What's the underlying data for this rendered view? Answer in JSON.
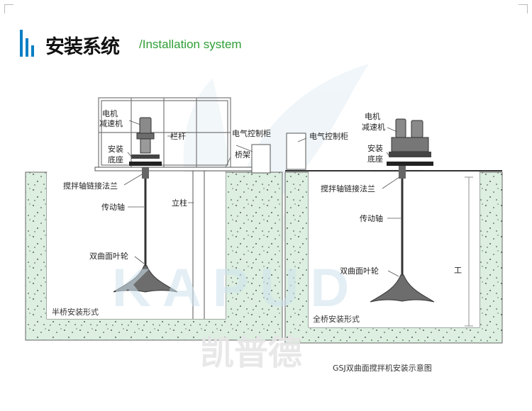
{
  "header": {
    "title_cn": "安装系统",
    "title_en": "/Installation system",
    "accent_color": "#0b7fc4",
    "subtitle_color": "#2e9e35"
  },
  "watermark": {
    "latin": "KAPUD",
    "chinese": "凯普德"
  },
  "left_scene": {
    "labels": {
      "motor_reducer_l1": "电机",
      "motor_reducer_l2": "减速机",
      "base_l1": "安装",
      "base_l2": "底座",
      "railing": "栏杆",
      "control_cabinet": "电气控制柜",
      "bridge": "桥架",
      "flange": "搅拌轴链接法兰",
      "shaft": "传动轴",
      "column": "立柱",
      "impeller": "双曲面叶轮"
    },
    "caption": "半桥安装形式"
  },
  "right_scene": {
    "labels": {
      "motor_reducer_l1": "电机",
      "motor_reducer_l2": "减速机",
      "control_cabinet": "电气控制柜",
      "base_l1": "安装",
      "base_l2": "底座",
      "flange": "搅拌轴链接法兰",
      "shaft": "传动轴",
      "impeller": "双曲面叶轮",
      "water_level_mark": "工"
    },
    "caption": "全桥安装形式"
  },
  "figure_caption": "GSJ双曲面搅拌机安装示意图",
  "colors": {
    "concrete_fill": "#dcefe0",
    "line": "#555555",
    "machine": "#444444"
  }
}
